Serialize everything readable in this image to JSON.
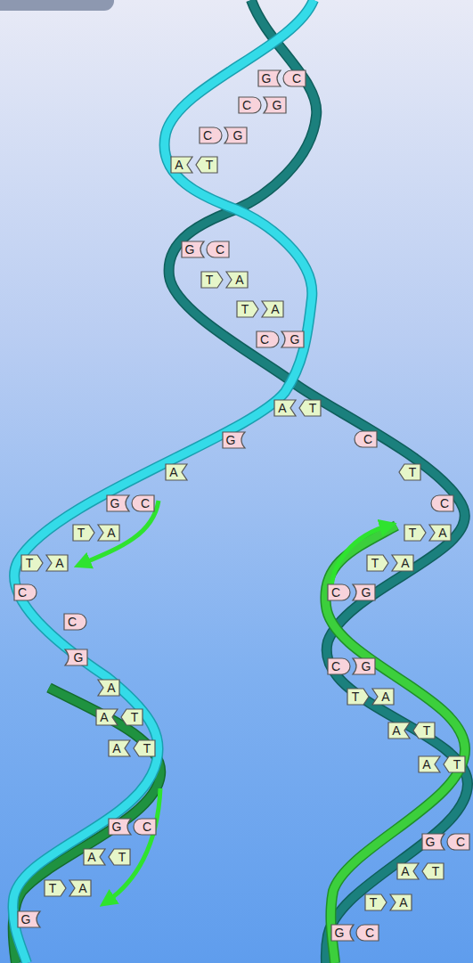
{
  "diagram": {
    "nodes": [
      {
        "text": [
          "G"
        ]
      },
      {
        "text": [
          "C"
        ]
      },
      {
        "text": [
          "C"
        ]
      },
      {
        "text": [
          "G"
        ]
      },
      {
        "text": [
          "C"
        ]
      },
      {
        "text": [
          "G"
        ]
      },
      {
        "text": [
          "A"
        ]
      },
      {
        "text": [
          "T"
        ]
      },
      {
        "text": [
          "G"
        ]
      },
      {
        "text": [
          "C"
        ]
      },
      {
        "text": [
          "T"
        ]
      },
      {
        "text": [
          "A"
        ]
      },
      {
        "text": [
          "T"
        ]
      },
      {
        "text": [
          "A"
        ]
      },
      {
        "text": [
          "C"
        ]
      },
      {
        "text": [
          "G"
        ]
      },
      {
        "text": [
          "A"
        ]
      },
      {
        "text": [
          "T"
        ]
      },
      {
        "text": [
          "G"
        ]
      },
      {
        "text": [
          "C"
        ]
      },
      {
        "text": [
          "A"
        ]
      },
      {
        "text": [
          "T"
        ]
      },
      {
        "text": [
          "G"
        ]
      },
      {
        "text": [
          "C"
        ]
      },
      {
        "text": [
          "C"
        ]
      },
      {
        "text": [
          "T"
        ]
      },
      {
        "text": [
          "A"
        ]
      },
      {
        "text": [
          "T"
        ]
      },
      {
        "text": [
          "A"
        ]
      },
      {
        "text": [
          "T"
        ]
      },
      {
        "text": [
          "A"
        ]
      },
      {
        "text": [
          "T"
        ]
      },
      {
        "text": [
          "A"
        ]
      },
      {
        "text": [
          "C"
        ]
      },
      {
        "text": [
          "C"
        ]
      },
      {
        "text": [
          "G"
        ]
      },
      {
        "text": [
          "C"
        ]
      },
      {
        "text": [
          "G"
        ]
      },
      {
        "text": [
          "C"
        ]
      },
      {
        "text": [
          "G"
        ]
      },
      {
        "text": [
          "A"
        ]
      },
      {
        "text": [
          "T"
        ]
      },
      {
        "text": [
          "A"
        ]
      },
      {
        "text": [
          "A"
        ]
      },
      {
        "text": [
          "T"
        ]
      },
      {
        "text": [
          "A"
        ]
      },
      {
        "text": [
          "T"
        ]
      },
      {
        "text": [
          "A"
        ]
      },
      {
        "text": [
          "T"
        ]
      },
      {
        "text": [
          "A"
        ]
      },
      {
        "text": [
          "T"
        ]
      },
      {
        "text": [
          "G"
        ]
      },
      {
        "text": [
          "C"
        ]
      },
      {
        "text": [
          "G"
        ]
      },
      {
        "text": [
          "C"
        ]
      },
      {
        "text": [
          "A"
        ]
      },
      {
        "text": [
          "T"
        ]
      },
      {
        "text": [
          "A"
        ]
      },
      {
        "text": [
          "T"
        ]
      },
      {
        "text": [
          "T"
        ]
      },
      {
        "text": [
          "A"
        ]
      },
      {
        "text": [
          "T"
        ]
      },
      {
        "text": [
          "A"
        ]
      },
      {
        "text": [
          "G"
        ]
      },
      {
        "text": [
          "G"
        ]
      },
      {
        "text": [
          "C"
        ]
      }
    ]
  }
}
